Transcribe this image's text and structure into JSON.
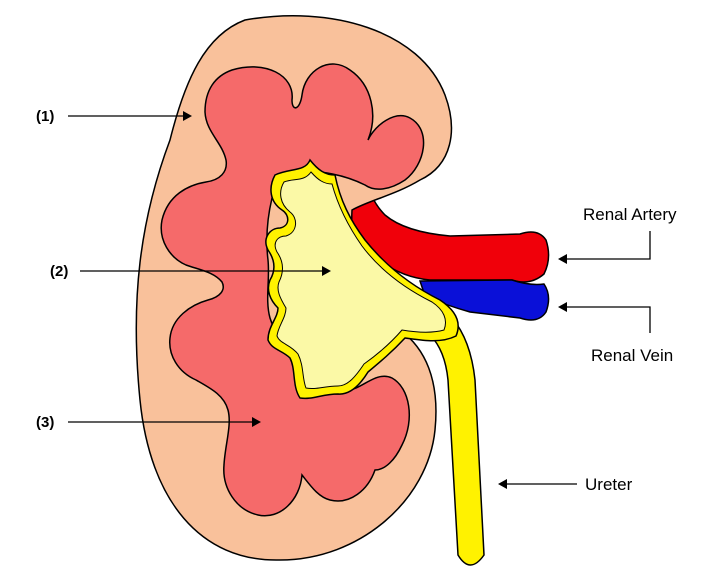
{
  "colors": {
    "cortex": "#F9C19B",
    "medulla": "#F56A6A",
    "pelvis": "#FBF9A6",
    "ureter": "#FFF200",
    "artery": "#F0000A",
    "vein": "#0A10D8",
    "outline": "#000000",
    "background": "#FFFFFF"
  },
  "labels": {
    "one": "(1)",
    "two": "(2)",
    "three": "(3)",
    "renal_artery": "Renal Artery",
    "renal_vein": "Renal Vein",
    "ureter": "Ureter"
  }
}
